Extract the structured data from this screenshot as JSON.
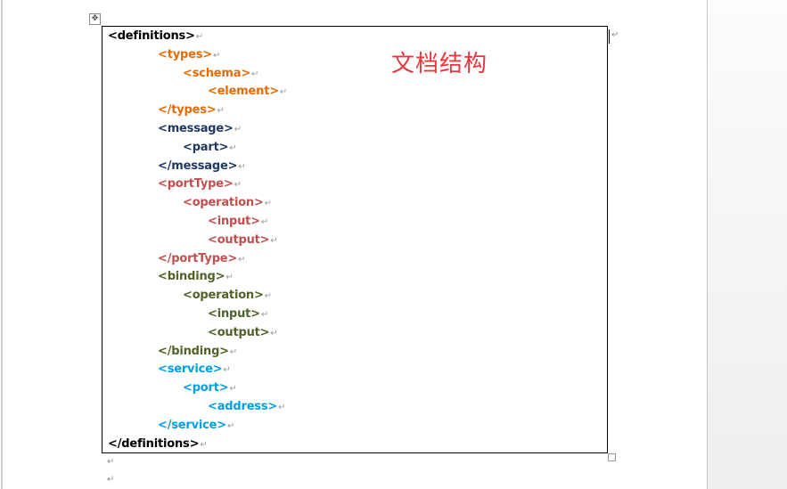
{
  "document": {
    "title_cn": "文档结构",
    "paragraph_mark": "↵",
    "end_of_cell_mark": "↵",
    "move_handle_icon": "✥",
    "colors": {
      "definitions": "#000000",
      "types": "#e36c09",
      "message": "#1f3864",
      "portType": "#c0504d",
      "binding": "#4f6228",
      "service": "#00a0e0",
      "title": "#e8383d"
    },
    "lines": [
      {
        "text": "<definitions>",
        "indent": 0,
        "group": "definitions"
      },
      {
        "text": "<types>",
        "indent": 1,
        "group": "types"
      },
      {
        "text": "<schema>",
        "indent": 2,
        "group": "types"
      },
      {
        "text": "<element>",
        "indent": 3,
        "group": "types"
      },
      {
        "text": "</types>",
        "indent": 1,
        "group": "types"
      },
      {
        "text": "<message>",
        "indent": 1,
        "group": "message"
      },
      {
        "text": "<part>",
        "indent": 2,
        "group": "message"
      },
      {
        "text": "</message>",
        "indent": 1,
        "group": "message"
      },
      {
        "text": "<portType>",
        "indent": 1,
        "group": "portType"
      },
      {
        "text": "<operation>",
        "indent": 2,
        "group": "portType"
      },
      {
        "text": "<input>",
        "indent": 3,
        "group": "portType"
      },
      {
        "text": "<output>",
        "indent": 3,
        "group": "portType"
      },
      {
        "text": "</portType>",
        "indent": 1,
        "group": "portType"
      },
      {
        "text": "<binding>",
        "indent": 1,
        "group": "binding"
      },
      {
        "text": "<operation>",
        "indent": 2,
        "group": "binding"
      },
      {
        "text": "<input>",
        "indent": 3,
        "group": "binding"
      },
      {
        "text": "<output>",
        "indent": 3,
        "group": "binding"
      },
      {
        "text": "</binding>",
        "indent": 1,
        "group": "binding"
      },
      {
        "text": "<service>",
        "indent": 1,
        "group": "service"
      },
      {
        "text": "<port>",
        "indent": 2,
        "group": "service"
      },
      {
        "text": "<address>",
        "indent": 3,
        "group": "service"
      },
      {
        "text": "</service>",
        "indent": 1,
        "group": "service"
      },
      {
        "text": "</definitions>",
        "indent": 0,
        "group": "definitions"
      }
    ]
  }
}
